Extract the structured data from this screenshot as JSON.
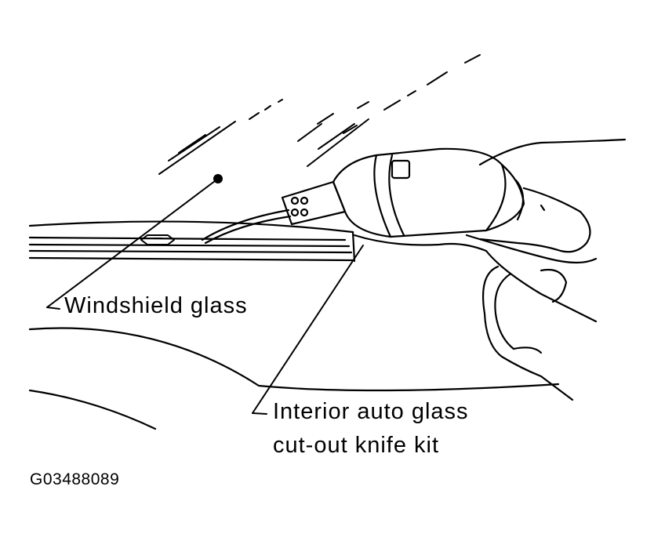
{
  "labels": {
    "windshield_glass": "Windshield glass",
    "knife_kit_line1": "Interior auto glass",
    "knife_kit_line2": "cut-out knife kit"
  },
  "figure_id": "G03488089",
  "colors": {
    "ink": "#000000",
    "paper": "#ffffff"
  }
}
